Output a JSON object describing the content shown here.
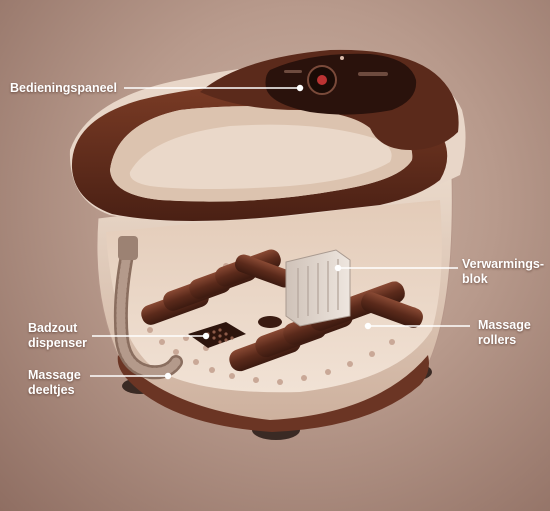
{
  "colors": {
    "brown": "#5e2d1c",
    "dark_brown": "#3f1c11",
    "beige": "#e9d6c6",
    "callout_line": "#ffffff"
  },
  "labels": {
    "control_panel": "Bedieningspaneel",
    "heating_block_line1": "Verwarmings-",
    "heating_block_line2": "blok",
    "bath_salt_line1": "Badzout",
    "bath_salt_line2": "dispenser",
    "massage_rollers_line1": "Massage",
    "massage_rollers_line2": "rollers",
    "massage_particles_line1": "Massage",
    "massage_particles_line2": "deeltjes"
  }
}
